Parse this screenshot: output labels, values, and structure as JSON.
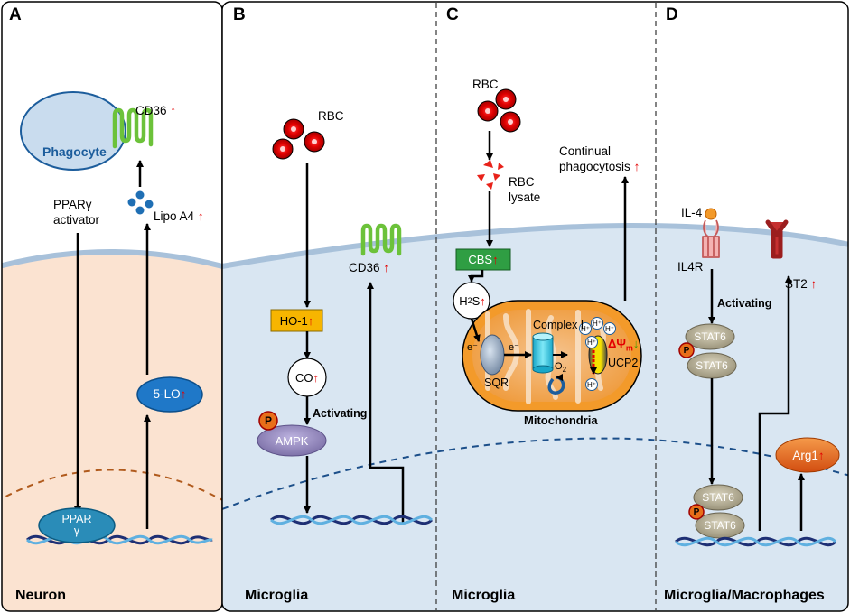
{
  "panels": {
    "a": {
      "letter": "A",
      "cell": "Neuron"
    },
    "b": {
      "letter": "B",
      "cell": "Microglia"
    },
    "c": {
      "letter": "C",
      "cell": "Microglia"
    },
    "d": {
      "letter": "D",
      "cell": "Microglia/Macrophages"
    }
  },
  "panel_a": {
    "phagocyte": "Phagocyte",
    "cd36": "CD36",
    "ppar_activator_1": "PPARγ",
    "ppar_activator_2": "activator",
    "lipo": "Lipo A4",
    "five_lo": "5-LO",
    "ppar_1": "PPAR",
    "ppar_2": "γ"
  },
  "panel_b": {
    "rbc": "RBC",
    "cd36": "CD36",
    "ho1": "HO-1",
    "co": "CO",
    "activating": "Activating",
    "p": "P",
    "ampk": "AMPK"
  },
  "panel_c": {
    "rbc": "RBC",
    "lysate_1": "RBC",
    "lysate_2": "lysate",
    "continual_1": "Continual",
    "continual_2": "phagocytosis",
    "cbs": "CBS",
    "h2s_h": "H",
    "h2s_sub": "2",
    "h2s_s": "S",
    "complex": "Complex I",
    "e_minus": "e⁻",
    "sqr": "SQR",
    "o2_o": "O",
    "o2_sub": "2",
    "hplus": "H⁺",
    "delta_psi": "ΔΨ",
    "delta_sub": "m",
    "ucp2": "UCP2",
    "mito": "Mitochondria"
  },
  "panel_d": {
    "il4": "IL-4",
    "il4r": "IL4R",
    "st2": "ST2",
    "activating": "Activating",
    "stat6": "STAT6",
    "p": "P",
    "arg1": "Arg1"
  },
  "symbols": {
    "up": "↑",
    "down": "↓"
  },
  "colors": {
    "neuron_fill": "#fbe3d1",
    "microglia_fill": "#d9e6f2",
    "membrane": "#a8c1da",
    "phagocyte": "#c9dcee",
    "cd36_green": "#6cc23a",
    "ho1_orange": "#f7b500",
    "cbs_green": "#2f9e43",
    "mito_orange": "#f39a2a",
    "arg1_orange": "#e8601c",
    "stat6_fill": "#b8b29c",
    "ampk_fill": "#8f84b8",
    "lo_blue": "#1f78c8",
    "up_red": "#e30000"
  }
}
